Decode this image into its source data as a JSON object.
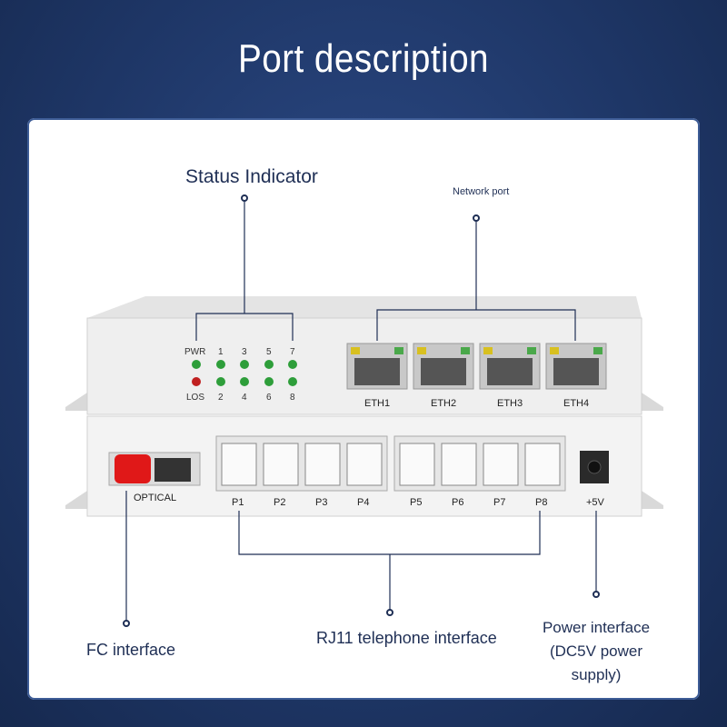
{
  "title": "Port description",
  "labels": {
    "status_indicator": "Status Indicator",
    "network_port": "Network port",
    "fc_interface": "FC interface",
    "rj11": "RJ11 telephone interface",
    "power_line1": "Power interface",
    "power_line2": "(DC5V power supply)"
  },
  "device": {
    "led_pwr": "PWR",
    "led_los": "LOS",
    "led_top_numbers": [
      "1",
      "3",
      "5",
      "7"
    ],
    "led_bottom_numbers": [
      "2",
      "4",
      "6",
      "8"
    ],
    "eth_ports": [
      "ETH1",
      "ETH2",
      "ETH3",
      "ETH4"
    ],
    "optical_label": "OPTICAL",
    "phone_ports": [
      "P1",
      "P2",
      "P3",
      "P4",
      "P5",
      "P6",
      "P7",
      "P8"
    ],
    "power_label": "+5V"
  },
  "colors": {
    "background": "#1e3666",
    "label_text": "#1f2f55",
    "led_green": "#2e9e3a",
    "led_red": "#c02020",
    "connector_red": "#e01818"
  }
}
